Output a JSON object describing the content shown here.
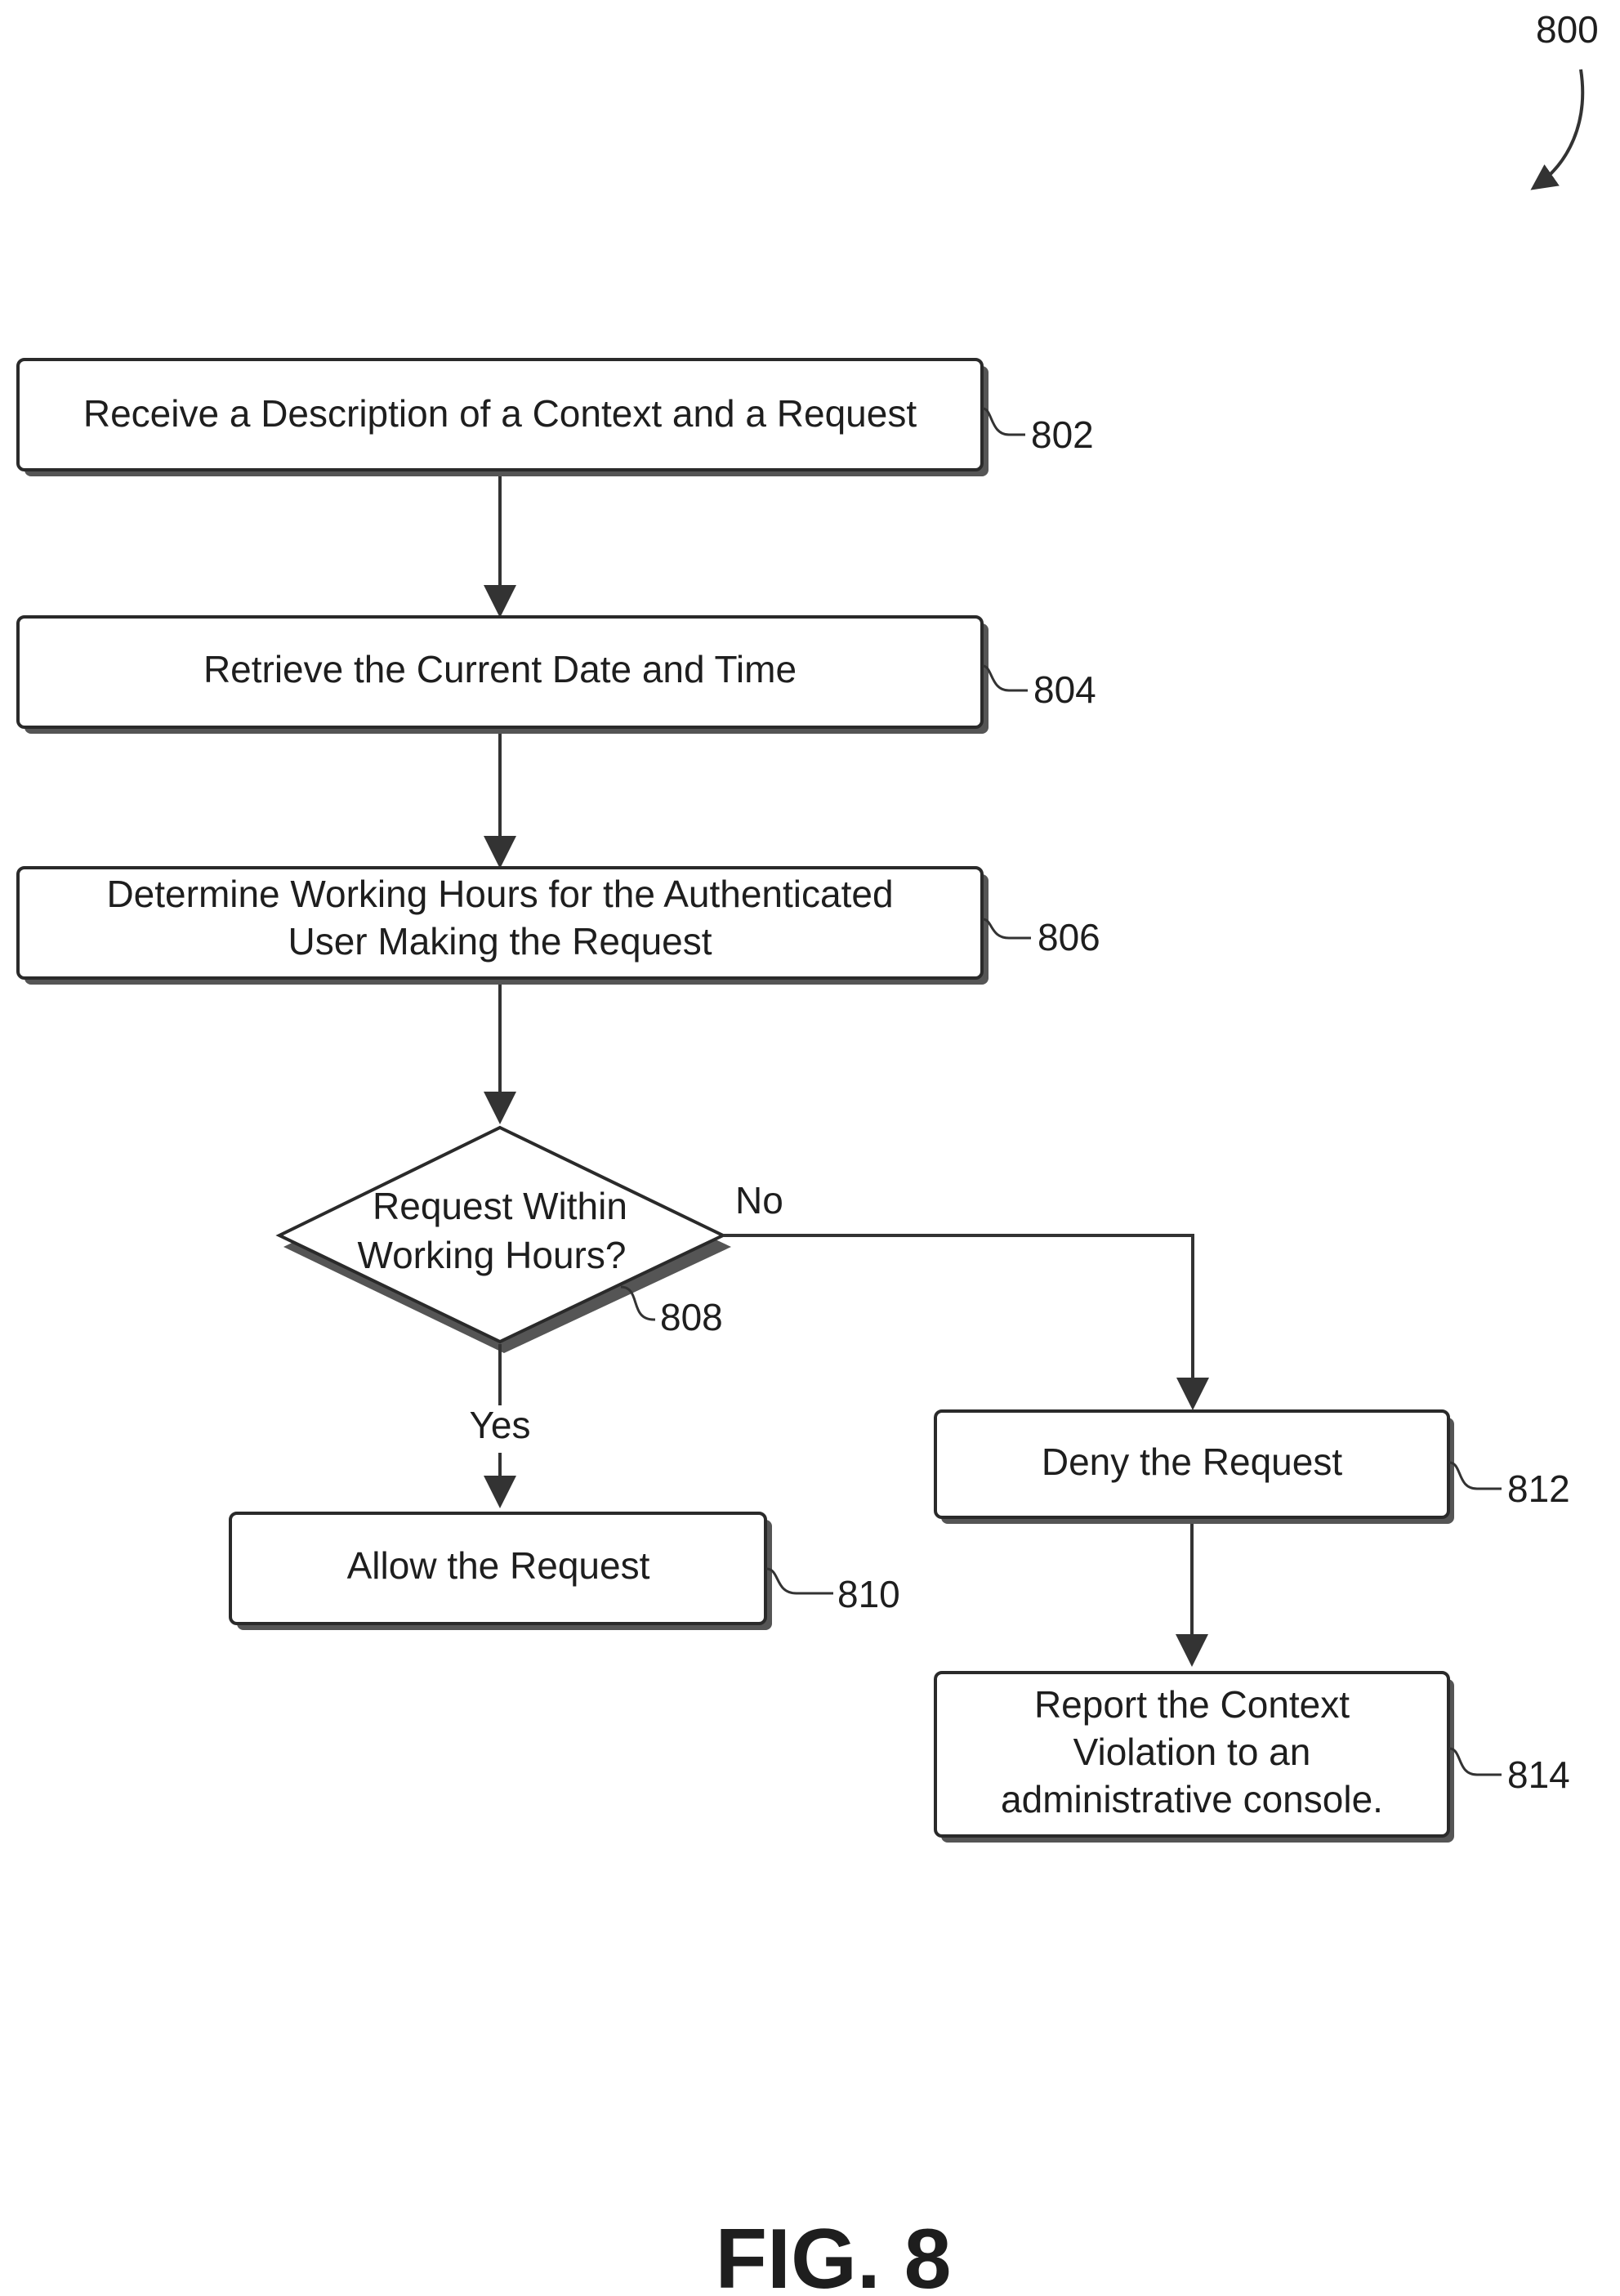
{
  "figure": {
    "number": "800",
    "caption": "FIG. 8"
  },
  "steps": {
    "s802": {
      "ref": "802",
      "lines": [
        "Receive a Description of a Context and a Request"
      ]
    },
    "s804": {
      "ref": "804",
      "lines": [
        "Retrieve the Current Date and Time"
      ]
    },
    "s806": {
      "ref": "806",
      "lines": [
        "Determine Working Hours for the Authenticated",
        "User Making the Request"
      ]
    },
    "s808": {
      "ref": "808",
      "lines": [
        "Request Within",
        "Working Hours?"
      ]
    },
    "s810": {
      "ref": "810",
      "lines": [
        "Allow the Request"
      ]
    },
    "s812": {
      "ref": "812",
      "lines": [
        "Deny the Request"
      ]
    },
    "s814": {
      "ref": "814",
      "lines": [
        "Report the Context",
        "Violation to an",
        "administrative console."
      ]
    }
  },
  "branches": {
    "no": "No",
    "yes": "Yes"
  }
}
